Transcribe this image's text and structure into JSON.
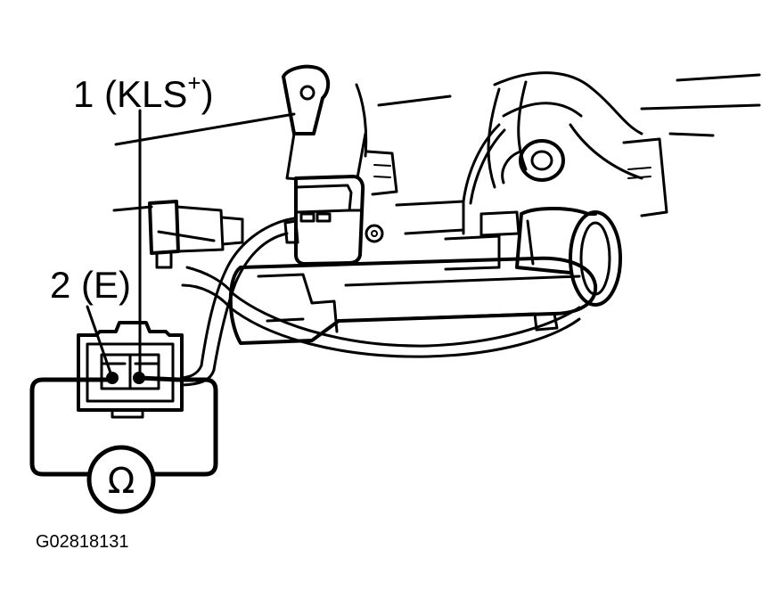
{
  "labels": {
    "pin1_prefix": "1 (KLS",
    "pin1_superscript": "+",
    "pin1_suffix": ")",
    "pin2": "2 (E)",
    "meter_symbol": "Ω",
    "figure_id": "G02818131"
  },
  "colors": {
    "line": "#000000",
    "background": "#ffffff"
  },
  "icons": {
    "meter": "ohmmeter-icon"
  }
}
